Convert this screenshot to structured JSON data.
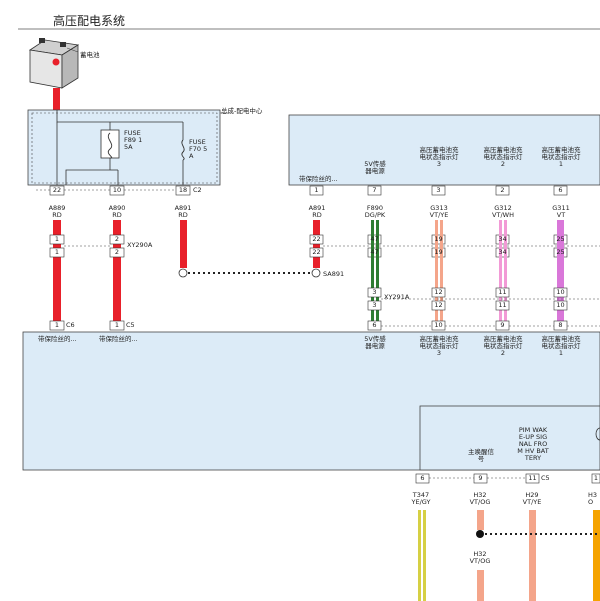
{
  "page": {
    "title": "高压配电系统"
  },
  "components": {
    "battery_label": "蓄电池",
    "distribution_center_label": "总成-配电中心",
    "fuse_f89": {
      "name": "FUSE\nF89 1\n5A"
    },
    "fuse_f70": {
      "name": "FUSE\nF70 5\nA"
    },
    "splice_sa891": "SA891",
    "connector_xy290a": "XY290A",
    "connector_xy291a": "XY291A"
  },
  "connectors": {
    "left_bottom_1": "C2",
    "c6": "C6",
    "c5": "C5",
    "c5_lower": "C5"
  },
  "upper_module": {
    "fused_label": "带保险丝的...",
    "sensor_5v_label": "5V传感\n器电源",
    "ind3_label": "高压蓄电池充\n电状态指示灯\n3",
    "ind2_label": "高压蓄电池充\n电状态指示灯\n2",
    "ind1_label": "高压蓄电池充\n电状态指示灯\n1"
  },
  "lower_module": {
    "fused_a": "带保险丝的...",
    "fused_b": "带保险丝的...",
    "sensor_5v_label": "5V传感\n器电源",
    "ind3_label": "高压蓄电池充\n电状态指示灯\n3",
    "ind2_label": "高压蓄电池充\n电状态指示灯\n2",
    "ind1_label": "高压蓄电池充\n电状态指示灯\n1",
    "main_wake_label": "主唤醒信\n号",
    "pim_label": "PIM WAK\nE-UP SIG\nNAL FRO\nM HV BAT\nTERY"
  },
  "wires": [
    {
      "circuit": "A889",
      "color_code": "RD",
      "pins_top": "22",
      "pins_mid1": "1",
      "pins_mid2": "1",
      "pin_bottom": "1"
    },
    {
      "circuit": "A890",
      "color_code": "RD",
      "pins_top": "10",
      "pins_mid1": "2",
      "pins_mid2": "2",
      "pin_bottom": "1"
    },
    {
      "circuit": "A891",
      "color_code": "RD",
      "pins_top": "18"
    },
    {
      "circuit": "A891",
      "color_code": "RD",
      "pins_top": "1",
      "pins_mid1": "22",
      "pins_mid2": "22"
    },
    {
      "circuit": "F890",
      "color_code": "DG/PK",
      "pins_top": "7",
      "pins_mid1": "47",
      "pins_mid2": "47",
      "pins_low1": "3",
      "pins_low2": "3",
      "pin_bottom": "6"
    },
    {
      "circuit": "G313",
      "color_code": "VT/YE",
      "pins_top": "3",
      "pins_mid1": "19",
      "pins_mid2": "19",
      "pins_low1": "12",
      "pins_low2": "12",
      "pin_bottom": "10"
    },
    {
      "circuit": "G312",
      "color_code": "VT/WH",
      "pins_top": "2",
      "pins_mid1": "34",
      "pins_mid2": "34",
      "pins_low1": "11",
      "pins_low2": "11",
      "pin_bottom": "9"
    },
    {
      "circuit": "G311",
      "color_code": "VT",
      "pins_top": "6",
      "pins_mid1": "25",
      "pins_mid2": "25",
      "pins_low1": "10",
      "pins_low2": "10",
      "pin_bottom": "8"
    }
  ],
  "bottom_wires": [
    {
      "pin": "6",
      "circuit": "T347",
      "color_code": "YE/GY"
    },
    {
      "pin": "9",
      "circuit": "H32",
      "color_code": "VT/OG"
    },
    {
      "pin": "11",
      "circuit": "H29",
      "color_code": "VT/YE"
    },
    {
      "pin": "1",
      "circuit": "H3",
      "color_code": "O"
    }
  ],
  "splice_lower": {
    "circuit": "H32",
    "color_code": "VT/OG"
  },
  "colors": {
    "module_fill": "#dcebf7",
    "wire_red": "#e8202a",
    "wire_green": "#2e7d32",
    "wire_salmon": "#f4a58a",
    "wire_pink": "#f29ad6",
    "wire_violet": "#d977d9",
    "wire_yellow": "#d6d044",
    "wire_orange": "#f5a300"
  }
}
